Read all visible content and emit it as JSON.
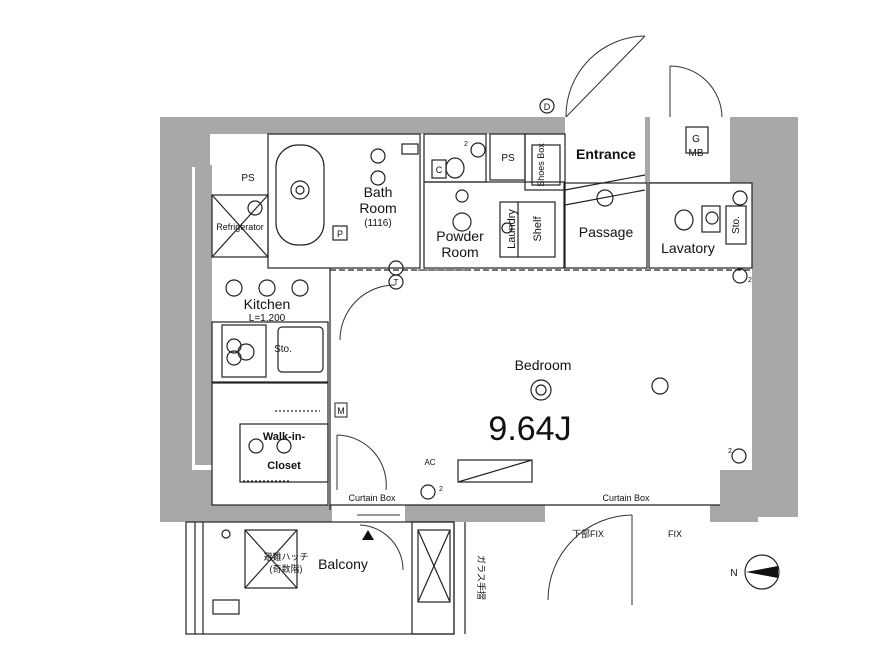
{
  "rooms": {
    "entrance": "Entrance",
    "passage": "Passage",
    "lavatory": "Lavatory",
    "bath_line1": "Bath",
    "bath_line2": "Room",
    "bath_size": "(1116)",
    "powder_line1": "Powder",
    "powder_line2": "Room",
    "laundry": "Laundry",
    "shelf": "Shelf",
    "shoes_box": "Shoes Box",
    "kitchen": "Kitchen",
    "kitchen_size": "L=1,200",
    "bedroom": "Bedroom",
    "bedroom_area": "9.64J",
    "walkin_line1": "Walk-in-",
    "walkin_line2": "Closet",
    "balcony": "Balcony",
    "refrigerator": "Refrigerator"
  },
  "labels": {
    "ps1": "PS",
    "ps2": "PS",
    "mb": "MB",
    "g": "G",
    "d": "D",
    "t": "T",
    "m": "M",
    "ac": "AC",
    "sto1": "Sto.",
    "sto2": "Sto.",
    "curtain_box1": "Curtain Box",
    "curtain_box2": "Curtain Box",
    "fix_lower": "下部FIX",
    "fix": "FIX",
    "glass_rail": "ガラス手摺",
    "hatch_line1": "避難ハッチ",
    "hatch_line2": "(奇数階)",
    "compass_n": "N",
    "c": "C",
    "p": "P",
    "two_a": "2",
    "two_b": "2",
    "two_c": "2",
    "two_d": "2"
  }
}
